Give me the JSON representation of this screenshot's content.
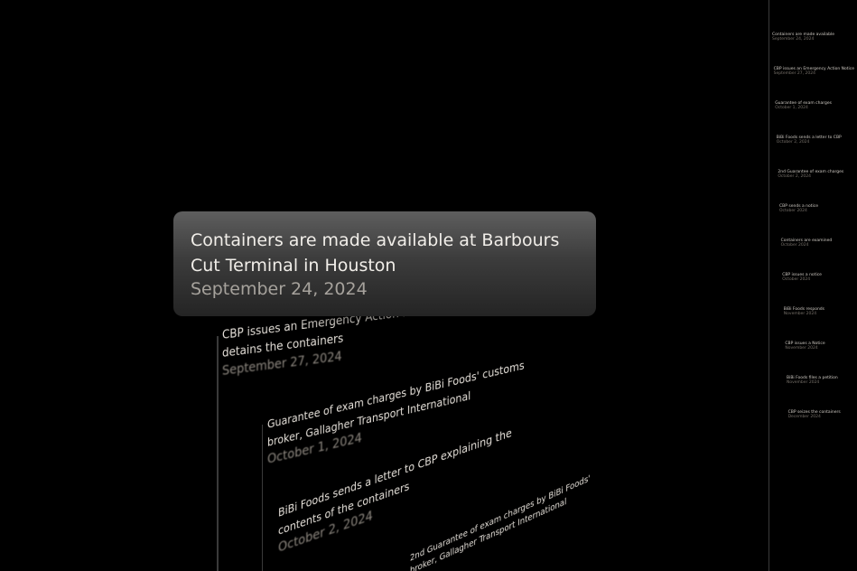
{
  "focus": {
    "title": "Containers are made available at Barbours Cut Terminal in Houston",
    "date": "September 24, 2024"
  },
  "events": [
    {
      "title_line1": "CBP issues an Emergency Action Notice (EAN) and",
      "title_line2": "detains the containers",
      "date": "September 27, 2024"
    },
    {
      "title_line1": "Guarantee of exam charges by BiBi Foods' customs",
      "title_line2": "broker, Gallagher Transport International",
      "date": "October 1, 2024"
    },
    {
      "title_line1": "BiBi Foods sends a letter to CBP explaining the",
      "title_line2": "contents of the containers",
      "date": "October 2, 2024"
    },
    {
      "title_line1": "2nd Guarantee of exam charges by BiBi Foods'",
      "title_line2": "broker, Gallagher Transport International",
      "date": ""
    }
  ],
  "side_column": [
    {
      "t": "Containers are made available",
      "d": "September 24, 2024"
    },
    {
      "t": "CBP issues an Emergency Action Notice",
      "d": "September 27, 2024"
    },
    {
      "t": "Guarantee of exam charges",
      "d": "October 1, 2024"
    },
    {
      "t": "BiBi Foods sends a letter to CBP",
      "d": "October 2, 2024"
    },
    {
      "t": "2nd Guarantee of exam charges",
      "d": "October 2, 2024"
    },
    {
      "t": "CBP sends a notice",
      "d": "October 2024"
    },
    {
      "t": "Containers are examined",
      "d": "October 2024"
    },
    {
      "t": "CBP issues a notice",
      "d": "October 2024"
    },
    {
      "t": "BiBi Foods responds",
      "d": "November 2024"
    },
    {
      "t": "CBP issues a Notice",
      "d": "November 2024"
    },
    {
      "t": "BiBi Foods files a petition",
      "d": "November 2024"
    },
    {
      "t": "CBP seizes the containers",
      "d": "December 2024"
    }
  ]
}
